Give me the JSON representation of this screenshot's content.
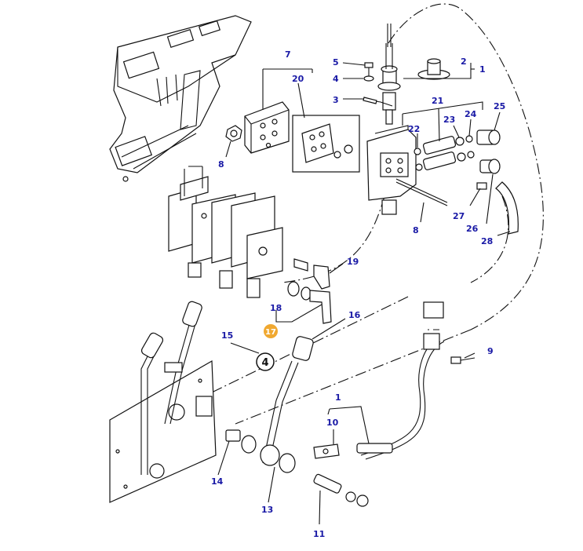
{
  "callouts": {
    "c1_top": "1",
    "c2": "2",
    "c3": "3",
    "c4": "4",
    "c5": "5",
    "c7": "7",
    "c8_left": "8",
    "c8_right": "8",
    "c9": "9",
    "c10": "10",
    "c11": "11",
    "c13": "13",
    "c14": "14",
    "c15": "15",
    "c16": "16",
    "c17": "17",
    "c18": "18",
    "c19": "19",
    "c20": "20",
    "c21": "21",
    "c22": "22",
    "c23": "23",
    "c24": "24",
    "c25": "25",
    "c26": "26",
    "c27": "27",
    "c28": "28",
    "c1_bottom": "1",
    "marker_circle": "4"
  },
  "colors": {
    "callout_text": "#1a1aa6",
    "highlight_badge": "#f0a830",
    "line": "#111111"
  }
}
